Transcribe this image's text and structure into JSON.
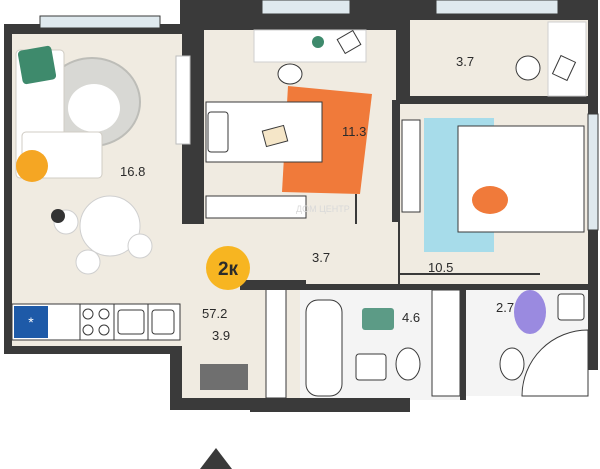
{
  "plan": {
    "rooms": {
      "living": {
        "area": "16.8"
      },
      "bedroom_small": {
        "area": "11.3"
      },
      "office": {
        "area": "3.7"
      },
      "bedroom_master": {
        "area": "10.5"
      },
      "hall": {
        "area": "3.7"
      },
      "bathroom": {
        "area": "4.6"
      },
      "toilet": {
        "area": "2.7"
      },
      "entry": {
        "area": "3.9"
      }
    },
    "badge": {
      "text": "2к"
    },
    "total_area": "57.2",
    "watermark": "ДОМ ЦЕНТР"
  },
  "colors": {
    "wall": "#3a3a3a",
    "floor": "#f0ebe1",
    "wet_floor": "#f4f4f4",
    "accent_orange": "#f07a3a",
    "badge_yellow": "#f7b521",
    "rug_blue": "#a7dcea",
    "rug_purple": "#9a8ae0",
    "mat_green": "#5c9b86",
    "entry_rug": "#6f6f6f",
    "appliance_blue": "#1e5aa8"
  },
  "icons": [
    "snowflake-icon",
    "entrance-arrow-icon"
  ]
}
